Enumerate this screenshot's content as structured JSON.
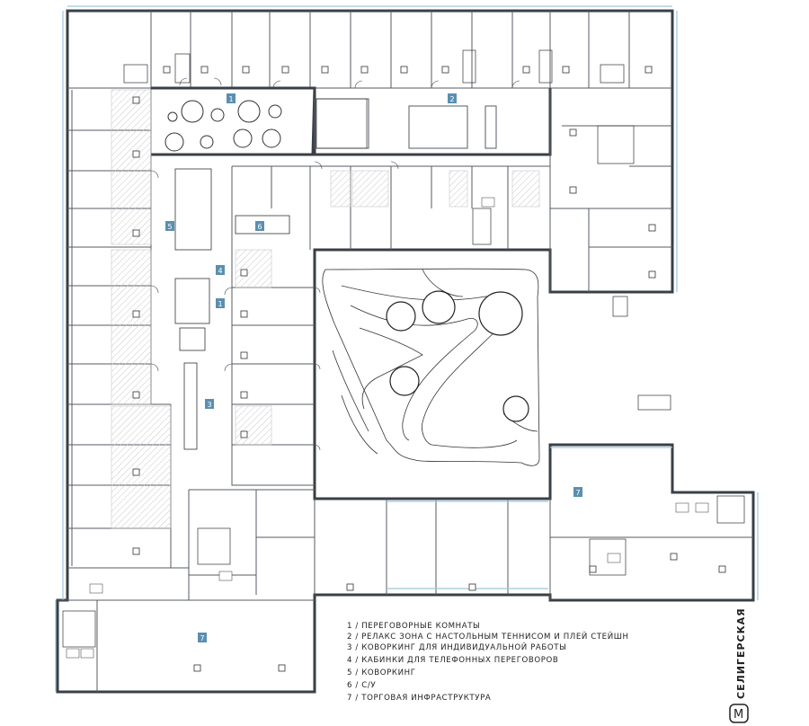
{
  "room_tags": [
    {
      "id": "1",
      "label": "1"
    },
    {
      "id": "2",
      "label": "2"
    },
    {
      "id": "5",
      "label": "5"
    },
    {
      "id": "6",
      "label": "6"
    },
    {
      "id": "4",
      "label": "4"
    },
    {
      "id": "1b",
      "label": "1"
    },
    {
      "id": "3",
      "label": "3"
    },
    {
      "id": "7a",
      "label": "7"
    },
    {
      "id": "7b",
      "label": "7"
    }
  ],
  "legend": [
    "1 / ПЕРЕГОВОРНЫЕ КОМНАТЫ",
    "2 / РЕЛАКС ЗОНА С НАСТОЛЬНЫМ ТЕННИСОМ И ПЛЕЙ СТЕЙШН",
    "3 / КОВОРКИНГ ДЛЯ ИНДИВИДУАЛЬНОЙ РАБОТЫ",
    "4 / КАБИНКИ ДЛЯ ТЕЛЕФОННЫХ ПЕРЕГОВОРОВ",
    "5 / КОВОРКИНГ",
    "6 / С/У",
    "7 / ТОРГОВАЯ ИНФРАСТРУКТУРА"
  ],
  "metro": {
    "icon": "metro-icon",
    "letter": "М",
    "station": "СЕЛИГЕРСКАЯ"
  },
  "colors": {
    "wall": "#3a3f47",
    "window": "#9ec6dc",
    "tag": "#5a8fb0"
  }
}
